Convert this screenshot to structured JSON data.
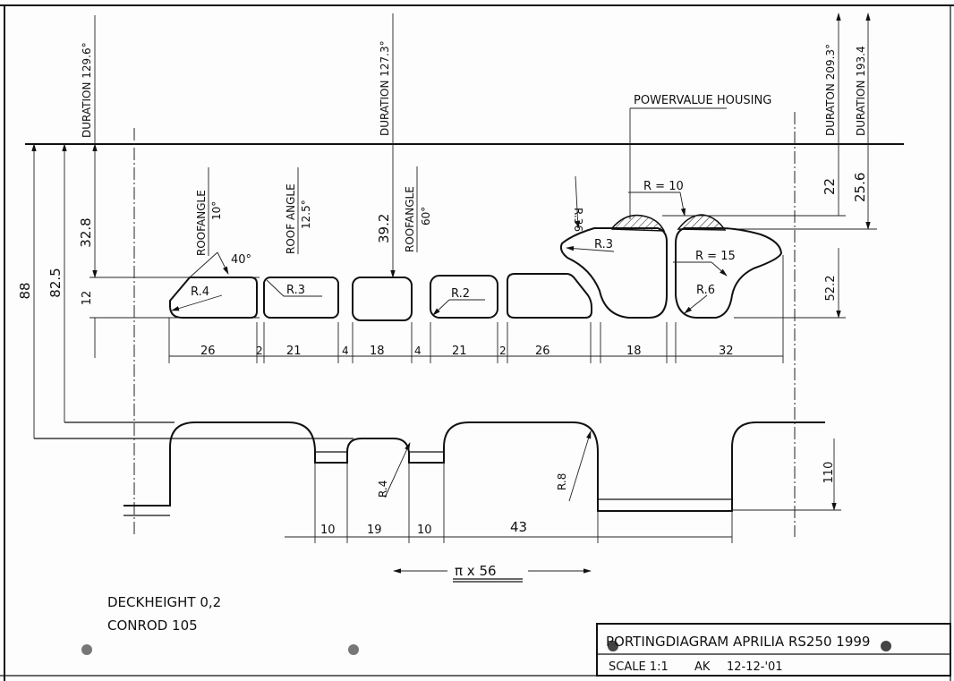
{
  "durations": {
    "d1": "DURATION 129.6°",
    "d2": "DURATION 127.3°",
    "d3": "DURATON 209.3°",
    "d4": "DURATION 193.4"
  },
  "labels": {
    "powervalve": "POWERVALUE HOUSING",
    "roof1": "ROOFANGLE",
    "roof1_val": "10°",
    "roof2": "ROOF ANGLE",
    "roof2_val": "12.5°",
    "roof3": "ROOFANGLE",
    "roof3_val": "60°",
    "angle40": "40°"
  },
  "radii": {
    "r4": "R.4",
    "r3": "R.3",
    "r2": "R.2",
    "r36": "R.36",
    "r3b": "R.3",
    "r10": "R = 10",
    "r15": "R = 15",
    "r6": "R.6",
    "r4b": "R.4",
    "r8": "R.8"
  },
  "vertical_dims": {
    "d88": "88",
    "d82_5": "82.5",
    "d32_8": "32.8",
    "d12": "12",
    "d39_2": "39.2",
    "d22": "22",
    "d25_6": "25.6",
    "d52_2": "52.2",
    "d110": "110"
  },
  "port_widths": [
    "26",
    "2",
    "21",
    "4",
    "18",
    "4",
    "21",
    "2",
    "26",
    "18",
    "32"
  ],
  "bridge_widths": [
    "10",
    "19",
    "10",
    "43"
  ],
  "circumference": "π x 56",
  "notes": {
    "deckheight": "DECKHEIGHT 0,2",
    "conrod": "CONROD 105"
  },
  "title_block": {
    "title": "PORTINGDIAGRAM APRILIA RS250 1999",
    "scale": "SCALE 1:1",
    "author": "AK",
    "date": "12-12-'01"
  }
}
